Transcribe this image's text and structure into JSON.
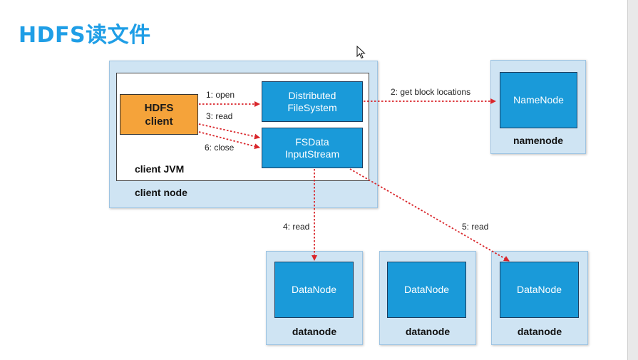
{
  "title": "HDFS读文件",
  "client_node": {
    "label": "client node",
    "jvm_label": "client JVM",
    "hdfs_client": "HDFS\nclient",
    "distributed_fs": "Distributed\nFileSystem",
    "fsdata_stream": "FSData\nInputStream"
  },
  "namenode": {
    "box": "NameNode",
    "label": "namenode"
  },
  "datanodes": [
    {
      "box": "DataNode",
      "label": "datanode"
    },
    {
      "box": "DataNode",
      "label": "datanode"
    },
    {
      "box": "DataNode",
      "label": "datanode"
    }
  ],
  "arrows": {
    "open": "1: open",
    "get_block_locations": "2: get block locations",
    "read3": "3: read",
    "read4": "4: read",
    "read5": "5: read",
    "close": "6: close"
  },
  "colors": {
    "title": "#1f9ee6",
    "node_bg": "#cfe4f3",
    "component": "#1a9ad9",
    "client": "#f5a33a",
    "arrow": "#d9262b"
  },
  "icons": [
    "mouse-cursor-icon"
  ]
}
